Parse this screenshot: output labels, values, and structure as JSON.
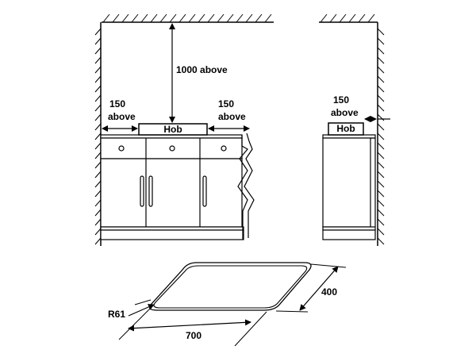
{
  "labels": {
    "height_above": "1000 above",
    "left_clearance_value": "150",
    "left_clearance_word": "above",
    "right_clearance_value": "150",
    "right_clearance_word": "above",
    "side_clearance_value": "150",
    "side_clearance_word": "above",
    "hob_front": "Hob",
    "hob_side": "Hob",
    "radius": "R61",
    "width": "700",
    "depth": "400"
  }
}
